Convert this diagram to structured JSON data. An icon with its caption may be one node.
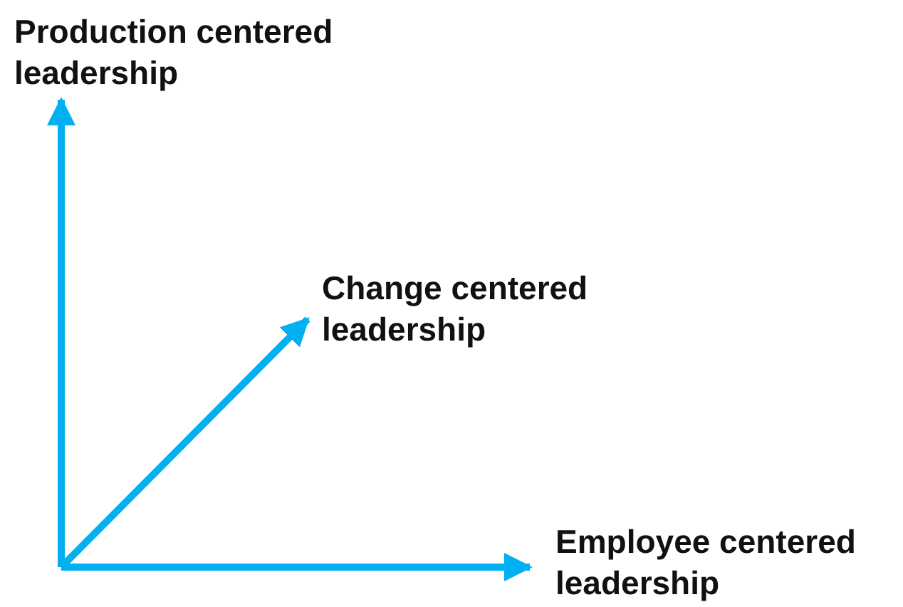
{
  "diagram": {
    "nodes": [
      {
        "text": [
          "Production centered leadership"
        ]
      },
      {
        "text": [
          "Change centered leadership"
        ]
      },
      {
        "text": [
          "Employee centered leadership"
        ]
      }
    ],
    "edges": [
      {
        "from": null,
        "to": 0,
        "arrow": "to"
      },
      {
        "from": null,
        "to": 1,
        "arrow": "to"
      },
      {
        "from": null,
        "to": 2,
        "arrow": "to"
      }
    ]
  }
}
